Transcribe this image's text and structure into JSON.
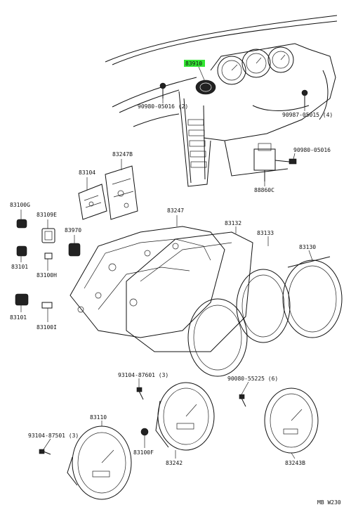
{
  "labels": {
    "p83910": "83910",
    "p90980_top": "90980-05016 (2)",
    "p90987_right": "90987-05015 (4)",
    "p90980_relay": "90980-05016",
    "p88860c": "88860C",
    "p83247b": "83247B",
    "p83104": "83104",
    "p83100g": "83100G",
    "p83109e": "83109E",
    "p83970": "83970",
    "p83101a": "83101",
    "p83100h": "83100H",
    "p83101b": "83101",
    "p83100i": "83100I",
    "p83247": "83247",
    "p83132": "83132",
    "p83133": "83133",
    "p83130": "83130",
    "p93104_top": "93104-87601 (3)",
    "p90080": "90080-55225 (6)",
    "p83110": "83110",
    "p93104_left": "93104-87501 (3)",
    "p83100f": "83100F",
    "p83242": "83242",
    "p83243b": "83243B",
    "ref": "MB W230"
  },
  "highlight_color": "#33e633"
}
